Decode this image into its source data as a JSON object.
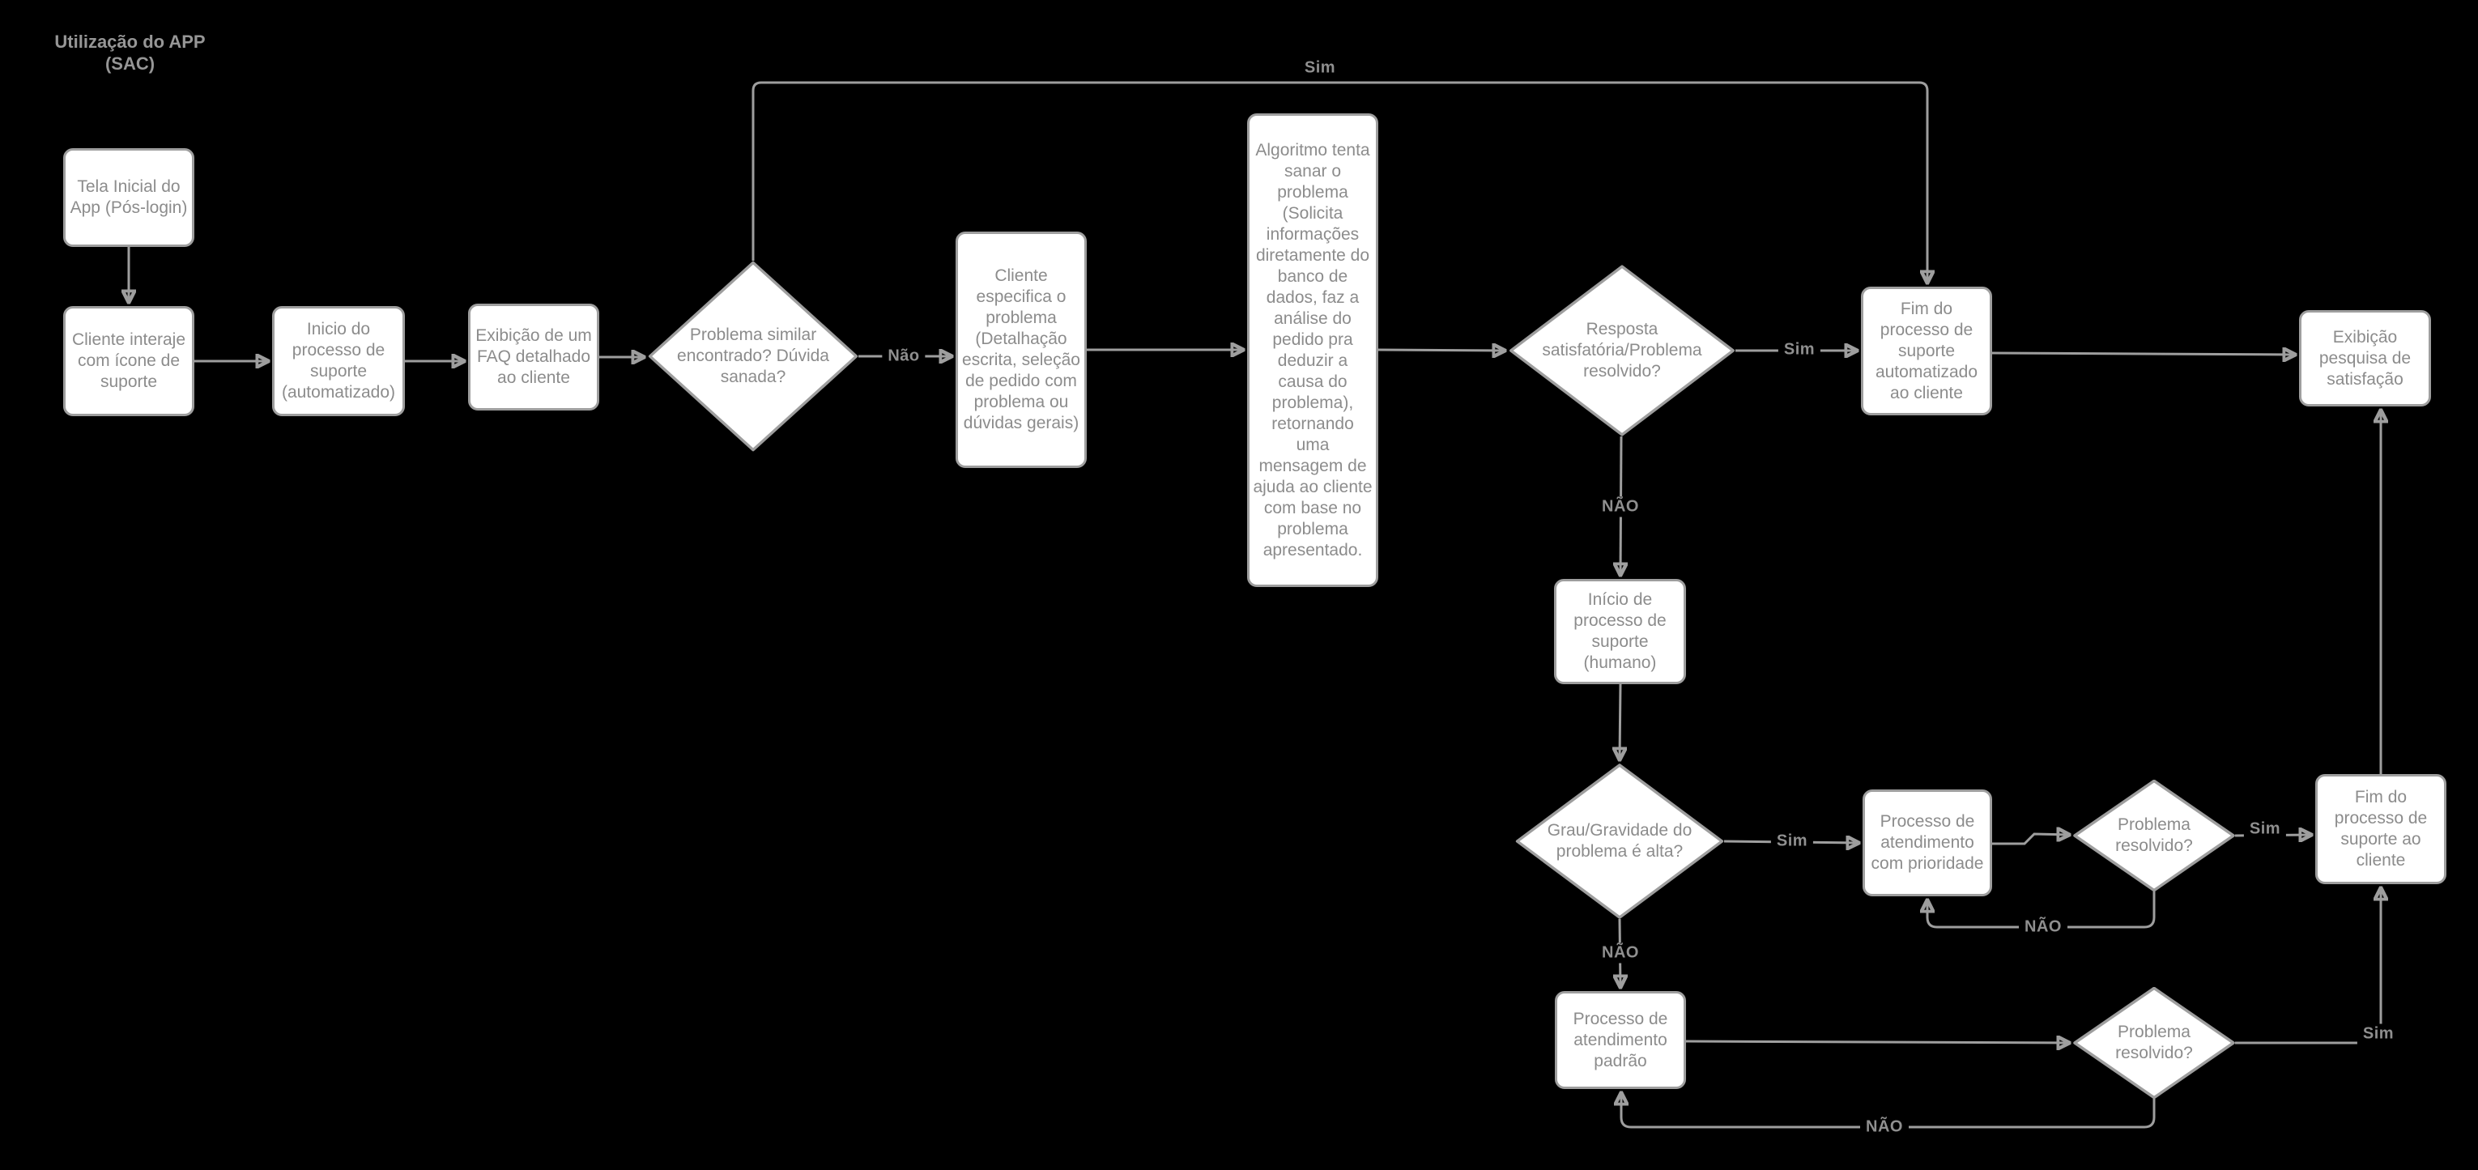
{
  "title": "Utilização do APP\n(SAC)",
  "nodes": {
    "tela": {
      "label": "Tela Inicial do App (Pós-login)"
    },
    "cliente": {
      "label": "Cliente interaje com ícone de suporte"
    },
    "inicio_auto": {
      "label": "Inicio do processo de suporte (automatizado)"
    },
    "faq": {
      "label": "Exibição de um FAQ detalhado ao cliente"
    },
    "similar": {
      "label": "Problema similar encontrado? Dúvida sanada?"
    },
    "especifica": {
      "label": "Cliente especifica o problema (Detalhação escrita, seleção de pedido com problema ou dúvidas gerais)"
    },
    "algoritmo": {
      "label": "Algoritmo tenta sanar o problema (Solicita informações diretamente do banco de dados, faz a análise do pedido pra deduzir a causa do problema), retornando uma mensagem de ajuda ao cliente com base no problema apresentado."
    },
    "resposta": {
      "label": "Resposta satisfatória/Problema resolvido?"
    },
    "fim_auto": {
      "label": "Fim do processo de suporte automatizado ao cliente"
    },
    "pesquisa": {
      "label": "Exibição pesquisa de satisfação"
    },
    "humano": {
      "label": "Início de processo de suporte (humano)"
    },
    "grau": {
      "label": "Grau/Gravidade do problema é alta?"
    },
    "prioridade": {
      "label": "Processo de atendimento com prioridade"
    },
    "resolvido1": {
      "label": "Problema resolvido?"
    },
    "fim_cliente": {
      "label": "Fim do processo de suporte ao cliente"
    },
    "padrao": {
      "label": "Processo de atendimento padrão"
    },
    "resolvido2": {
      "label": "Problema resolvido?"
    }
  },
  "labels": {
    "sim_top": "Sim",
    "nao_similar": "Não",
    "sim_resposta": "Sim",
    "nao_resposta": "NÃO",
    "sim_grau": "Sim",
    "sim_prioridade": "Sim",
    "nao_prioridade": "NÃO",
    "nao_grau": "NÃO",
    "sim_padrao": "Sim",
    "nao_padrao": "NÃO"
  },
  "edges": [
    {
      "from": "tela",
      "to": "cliente",
      "label": ""
    },
    {
      "from": "cliente",
      "to": "inicio_auto",
      "label": ""
    },
    {
      "from": "inicio_auto",
      "to": "faq",
      "label": ""
    },
    {
      "from": "faq",
      "to": "similar",
      "label": ""
    },
    {
      "from": "similar",
      "to": "especifica",
      "label": "Não"
    },
    {
      "from": "similar",
      "to": "fim_auto",
      "label": "Sim"
    },
    {
      "from": "especifica",
      "to": "algoritmo",
      "label": ""
    },
    {
      "from": "algoritmo",
      "to": "resposta",
      "label": ""
    },
    {
      "from": "resposta",
      "to": "fim_auto",
      "label": "Sim"
    },
    {
      "from": "resposta",
      "to": "humano",
      "label": "NÃO"
    },
    {
      "from": "fim_auto",
      "to": "pesquisa",
      "label": ""
    },
    {
      "from": "humano",
      "to": "grau",
      "label": ""
    },
    {
      "from": "grau",
      "to": "prioridade",
      "label": "Sim"
    },
    {
      "from": "grau",
      "to": "padrao",
      "label": "NÃO"
    },
    {
      "from": "prioridade",
      "to": "resolvido1",
      "label": ""
    },
    {
      "from": "resolvido1",
      "to": "fim_cliente",
      "label": "Sim"
    },
    {
      "from": "resolvido1",
      "to": "prioridade",
      "label": "NÃO"
    },
    {
      "from": "padrao",
      "to": "resolvido2",
      "label": ""
    },
    {
      "from": "resolvido2",
      "to": "fim_cliente",
      "label": "Sim"
    },
    {
      "from": "resolvido2",
      "to": "padrao",
      "label": "NÃO"
    },
    {
      "from": "fim_cliente",
      "to": "pesquisa",
      "label": ""
    }
  ],
  "colors": {
    "background": "#000000",
    "node_fill": "#ffffff",
    "node_border": "#9e9e9e",
    "node_text": "#8c8c8c",
    "edge": "#9e9e9e",
    "edge_label_text": "#8f8f8f",
    "title_text": "#969696"
  }
}
